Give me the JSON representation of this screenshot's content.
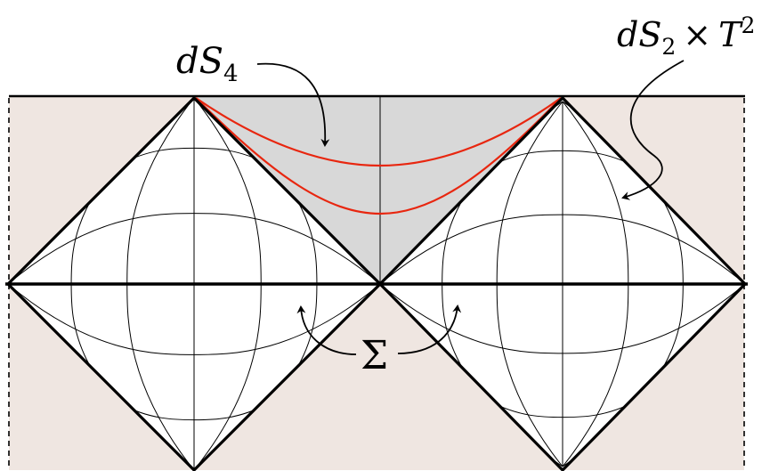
{
  "labels": {
    "ds4": {
      "main": "dS",
      "sub": "4"
    },
    "ds2t2": {
      "main": "dS",
      "sub": "2",
      "times": "×",
      "torus": "T",
      "sup": "2"
    },
    "sigma": "Σ"
  },
  "colors": {
    "background_panel": "#efe6e1",
    "shaded_region": "#d8d8d8",
    "diamond_fill": "#ffffff",
    "slices": "#e8260f",
    "lines": "#000000"
  }
}
